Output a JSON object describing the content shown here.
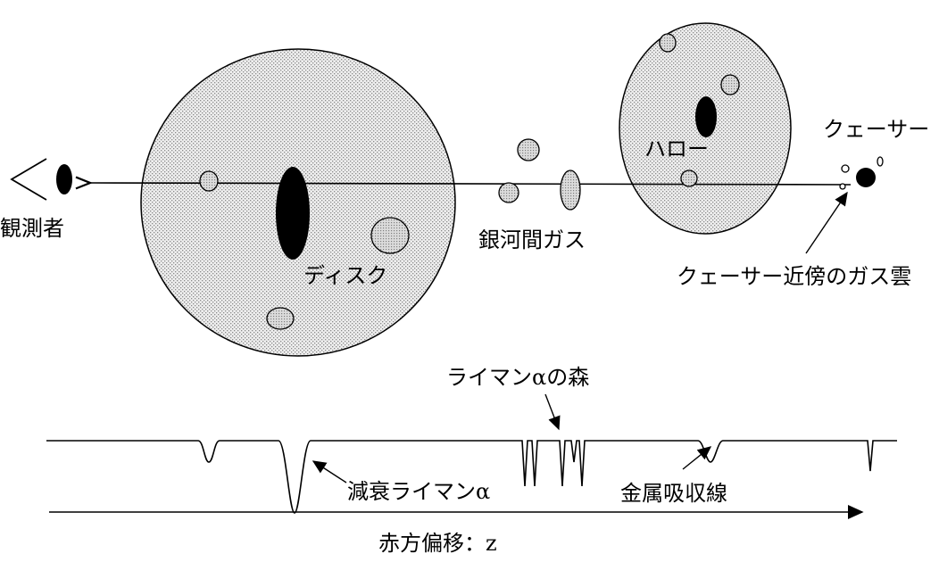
{
  "labels": {
    "observer": "観測者",
    "disk": "ディスク",
    "halo": "ハロー",
    "intergalactic_gas": "銀河間ガス",
    "quasar": "クェーサー",
    "quasar_gas_cloud": "クェーサー近傍のガス雲",
    "lyman_forest": "ライマンαの森",
    "damped_lyman": "減衰ライマンα",
    "metal_lines": "金属吸収線",
    "redshift_axis": "赤方偏移：z"
  },
  "colors": {
    "line": "#000000",
    "galaxy_fill": "#e6e6e6",
    "cloud_fill": "#d2d2d2",
    "dark": "#000000",
    "background": "#ffffff"
  },
  "icons": {
    "observer": "eye-icon",
    "quasar": "black-dot-icon"
  }
}
